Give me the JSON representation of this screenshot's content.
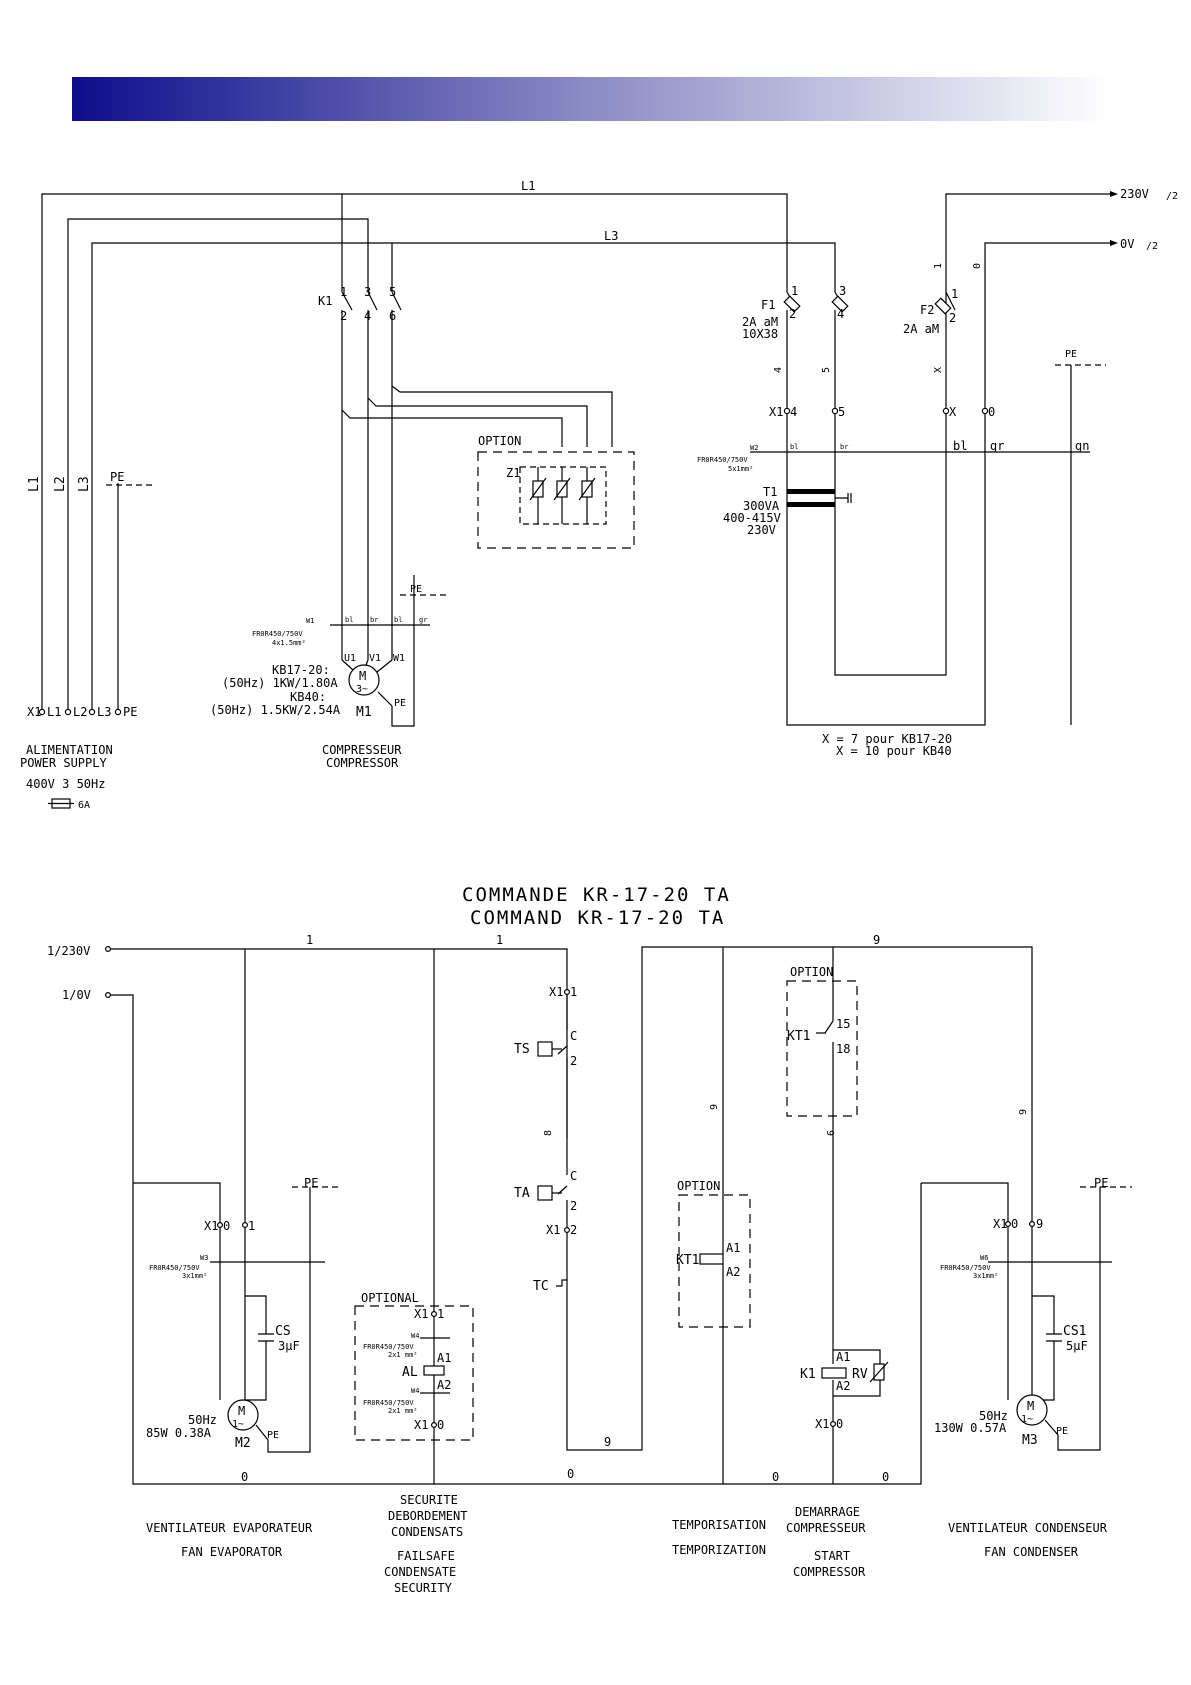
{
  "colors": {
    "banner_start": "#0d0d8c",
    "banner_end": "#ffffff"
  },
  "power": {
    "lines": {
      "L1": "L1",
      "L2": "L2",
      "L3": "L3",
      "PE": "PE"
    },
    "terminals": "X1",
    "k1": "K1",
    "contacts": [
      "1",
      "3",
      "5",
      "2",
      "4",
      "6"
    ],
    "f1": {
      "name": "F1",
      "rating": "2A  aM",
      "size": "10X38"
    },
    "f2": {
      "name": "F2",
      "rating": "2A  aM"
    },
    "w1": {
      "name": "W1",
      "cable": "FR0R450/750V",
      "section": "4x1.5mm²"
    },
    "w2": {
      "name": "W2",
      "cable": "FR0R450/750V",
      "section": "5x1mm²"
    },
    "cores": {
      "bl": "bl",
      "br": "br",
      "gr": "gr",
      "gn": "gn"
    },
    "t1": {
      "name": "T1",
      "power": "300VA",
      "primary": "400-415V",
      "secondary": "230V"
    },
    "out_230": "230V",
    "out_0": "0V",
    "out_suffix": "/2",
    "wire_labels": {
      "w4": "4",
      "w5": "5",
      "wx": "X",
      "w0": "0",
      "w1": "1",
      "x14": "X1",
      "x5": "5",
      "xx": "X",
      "x0": "0"
    },
    "option_label": "OPTION",
    "z1": "Z1",
    "motor": {
      "windings": [
        "U1",
        "V1",
        "W1"
      ],
      "model1": "KB17-20:",
      "spec1": "(50Hz) 1KW/1.80A",
      "model2": "KB40:",
      "spec2": "(50Hz) 1.5KW/2.54A",
      "name": "M1",
      "symbol": "M",
      "phase": "3~"
    },
    "captions": {
      "supply_fr": "ALIMENTATION",
      "supply_en": "POWER SUPPLY",
      "supply_spec": "400V 3 50Hz",
      "fuse": "6A",
      "comp_fr": "COMPRESSEUR",
      "comp_en": "COMPRESSOR",
      "note1": "X = 7 pour KB17-20",
      "note2": "X = 10 pour KB40"
    }
  },
  "command": {
    "title_fr": "COMMANDE KR-17-20 TA",
    "title_en": "COMMAND KR-17-20 TA",
    "in_230": "1/230V",
    "in_0": "1/0V",
    "wire_1": "1",
    "wire_9": "9",
    "wire_8": "8",
    "wire_0": "0",
    "contact_c": "C",
    "contact_2": "2",
    "ts": "TS",
    "ta": "TA",
    "tc": "TC",
    "x1": "X1",
    "pe": "PE",
    "optional": "OPTIONAL",
    "option": "OPTION",
    "kt1": "KT1",
    "kt1_15": "15",
    "kt1_18": "18",
    "a1": "A1",
    "a2": "A2",
    "al": "AL",
    "k1": "K1",
    "rv": "RV",
    "w3": "W3",
    "w4": "W4",
    "w6": "W6",
    "cable": "FR0R450/750V",
    "sect3": "3x1mm²",
    "sect2": "2x1 mm²",
    "cs": {
      "name": "CS",
      "value": "3µF"
    },
    "cs1": {
      "name": "CS1",
      "value": "5µF"
    },
    "m2": {
      "freq": "50Hz",
      "spec": "85W  0.38A",
      "name": "M2",
      "symbol": "M",
      "phase": "1~"
    },
    "m3": {
      "freq": "50Hz",
      "spec": "130W  0.57A",
      "name": "M3",
      "symbol": "M",
      "phase": "1~"
    },
    "captions": {
      "evap_fr": "VENTILATEUR EVAPORATEUR",
      "evap_en": "FAN EVAPORATOR",
      "sec_fr1": "SECURITE",
      "sec_fr2": "DEBORDEMENT",
      "sec_fr3": "CONDENSATS",
      "sec_en1": "FAILSAFE",
      "sec_en2": "CONDENSATE",
      "sec_en3": "SECURITY",
      "tempo_fr": "TEMPORISATION",
      "tempo_en": "TEMPORIZATION",
      "start_fr1": "DEMARRAGE",
      "start_fr2": "COMPRESSEUR",
      "start_en1": "START",
      "start_en2": "COMPRESSOR",
      "cond_fr": "VENTILATEUR CONDENSEUR",
      "cond_en": "FAN CONDENSER"
    }
  }
}
